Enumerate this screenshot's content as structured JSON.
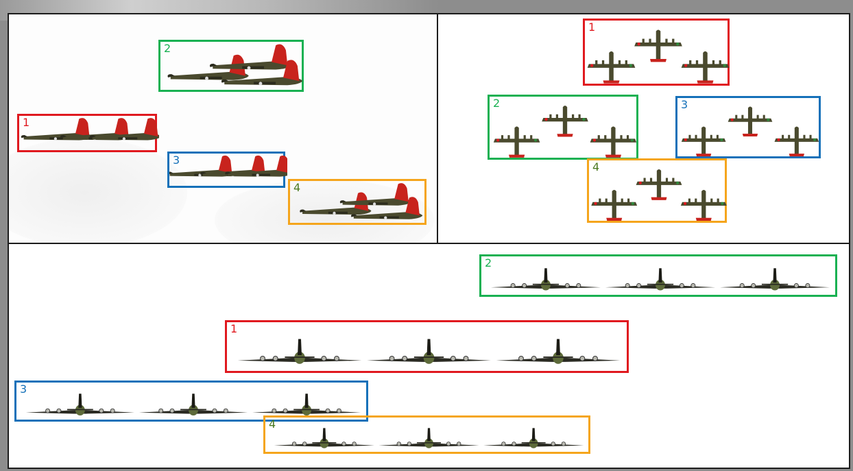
{
  "panels": {
    "side_view": {
      "formations": [
        {
          "number": "1",
          "color": "#e0191f",
          "aircraft": 3
        },
        {
          "number": "2",
          "color": "#19b152",
          "aircraft": 3
        },
        {
          "number": "3",
          "color": "#1571b9",
          "aircraft": 3
        },
        {
          "number": "4",
          "color": "#f5a51c",
          "aircraft": 3
        }
      ]
    },
    "top_view": {
      "formations": [
        {
          "number": "1",
          "color": "#e0191f",
          "aircraft": 3
        },
        {
          "number": "2",
          "color": "#19b152",
          "aircraft": 3
        },
        {
          "number": "3",
          "color": "#1571b9",
          "aircraft": 3
        },
        {
          "number": "4",
          "color": "#f5a51c",
          "aircraft": 3
        }
      ]
    },
    "rear_view": {
      "formations": [
        {
          "number": "1",
          "color": "#e0191f",
          "aircraft": 3
        },
        {
          "number": "2",
          "color": "#19b152",
          "aircraft": 3
        },
        {
          "number": "3",
          "color": "#1571b9",
          "aircraft": 3
        },
        {
          "number": "4",
          "color": "#f5a51c",
          "aircraft": 3
        }
      ]
    }
  },
  "colors": {
    "fuselage": "#4a4a2e",
    "tail_marking": "#c8231d",
    "frame": "#1c1c1c",
    "number_orange_box": "#4c7a22"
  }
}
